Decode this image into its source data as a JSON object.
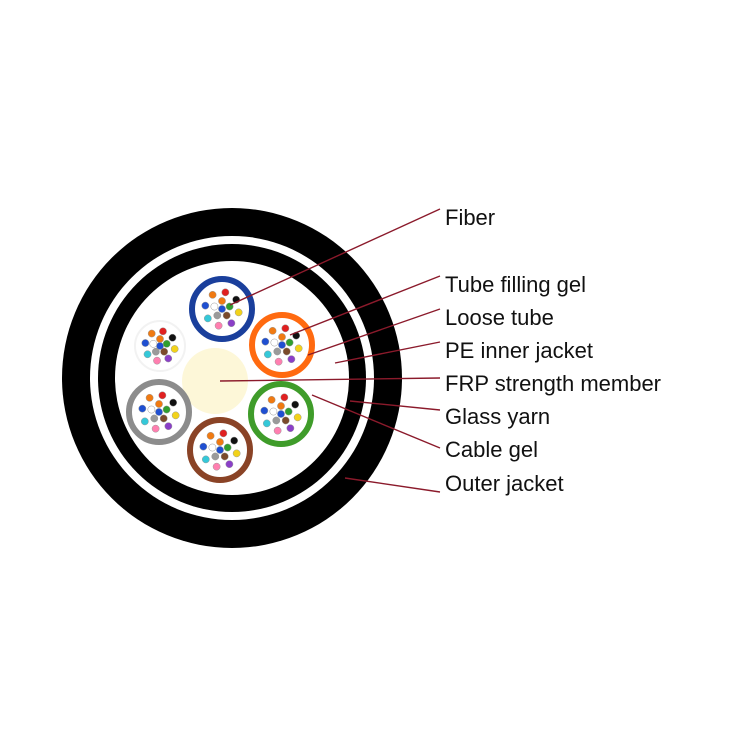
{
  "diagram": {
    "labels": [
      {
        "id": "fiber",
        "text": "Fiber"
      },
      {
        "id": "tube-filling-gel",
        "text": "Tube filling gel"
      },
      {
        "id": "loose-tube",
        "text": "Loose tube"
      },
      {
        "id": "pe-inner-jacket",
        "text": "PE inner jacket"
      },
      {
        "id": "frp-strength-member",
        "text": "FRP strength member"
      },
      {
        "id": "glass-yarn",
        "text": "Glass yarn"
      },
      {
        "id": "cable-gel",
        "text": "Cable gel"
      },
      {
        "id": "outer-jacket",
        "text": "Outer jacket"
      }
    ],
    "colors": {
      "jacket": "#000000",
      "leader_line": "#8b1a2b",
      "frp_member": "#fdf7d8",
      "tube_blue": "#1a3f9c",
      "tube_orange": "#ff6a10",
      "tube_green": "#3f9c2a",
      "tube_brown": "#8a4326",
      "tube_gray": "#8c8c8c",
      "tube_white": "#f2f2f2"
    },
    "fiber_colors": [
      "#1f4fd1",
      "#f07a12",
      "#2f9e2f",
      "#7a4a2a",
      "#9a9a9a",
      "#ffffff",
      "#e02020",
      "#111111",
      "#f2d21a",
      "#8a3fc7",
      "#ff7fb0",
      "#35c8d8"
    ]
  }
}
